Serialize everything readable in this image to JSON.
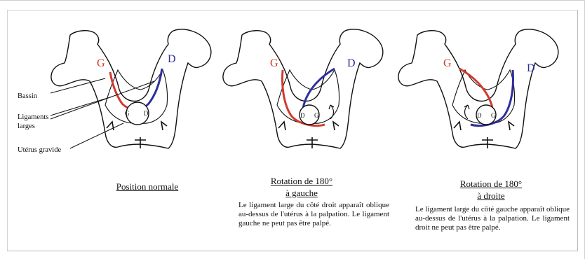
{
  "labels": {
    "left": "G",
    "right": "D",
    "fetus_left": "G",
    "fetus_right": "D"
  },
  "annotations": {
    "bassin": "Bassin",
    "ligaments_line1": "Ligaments",
    "ligaments_line2": "larges",
    "uterus": "Utérus gravide"
  },
  "panels": [
    {
      "caption_line1": "Position normale",
      "caption_line2": "",
      "description": ""
    },
    {
      "caption_line1": "Rotation de 180°",
      "caption_line2": "à gauche",
      "description": "Le ligament large du côté droit apparaît oblique au-dessus de l'utérus à la palpation. Le ligament gauche ne peut pas être palpé."
    },
    {
      "caption_line1": "Rotation de 180°",
      "caption_line2": "à droite",
      "description": "Le ligament large du côté gauche apparaît oblique au-dessus de l'utérus à la palpation. Le ligament droit ne peut pas être palpé."
    }
  ],
  "colors": {
    "left_ligament": "#d23a2e",
    "right_ligament": "#2e2e9e",
    "outline": "#111111"
  }
}
